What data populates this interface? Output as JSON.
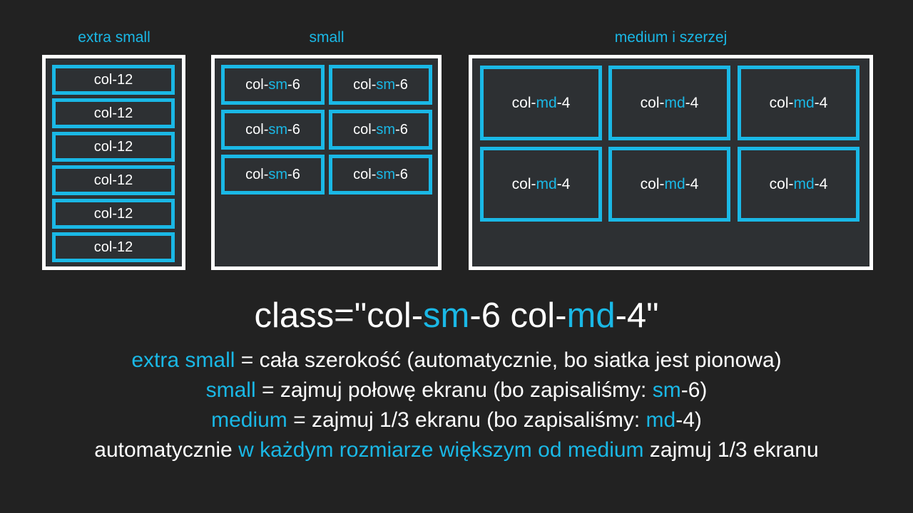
{
  "panels": {
    "extra_small": {
      "title": "extra small",
      "cells": [
        {
          "text": "col-12"
        },
        {
          "text": "col-12"
        },
        {
          "text": "col-12"
        },
        {
          "text": "col-12"
        },
        {
          "text": "col-12"
        },
        {
          "text": "col-12"
        }
      ]
    },
    "small": {
      "title": "small",
      "cell": {
        "pre": "col-",
        "mid": "sm",
        "post": "-6"
      },
      "count": 6
    },
    "medium": {
      "title": "medium i szerzej",
      "cell": {
        "pre": "col-",
        "mid": "md",
        "post": "-4"
      },
      "count": 6
    }
  },
  "code": {
    "p1": "class=\"col-",
    "h1": "sm",
    "p2": "-6 col-",
    "h2": "md",
    "p3": "-4\""
  },
  "lines": {
    "l1": {
      "hl": "extra small",
      "rest": " = cała szerokość (automatycznie, bo siatka jest pionowa)"
    },
    "l2": {
      "hl": "small",
      "rest": " = zajmuj połowę ekranu (bo zapisaliśmy: ",
      "hl2": "sm",
      "end": "-6)"
    },
    "l3": {
      "hl": "medium",
      "rest": " = zajmuj 1/3 ekranu (bo zapisaliśmy: ",
      "hl2": "md",
      "end": "-4)"
    },
    "l4": {
      "pre": "automatycznie ",
      "hl": "w każdym rozmiarze większym od medium",
      "post": " zajmuj 1/3 ekranu"
    }
  },
  "colors": {
    "accent": "#1ab8e6",
    "frame": "#ffffff",
    "background": "#222222",
    "panel": "#2d3033"
  }
}
